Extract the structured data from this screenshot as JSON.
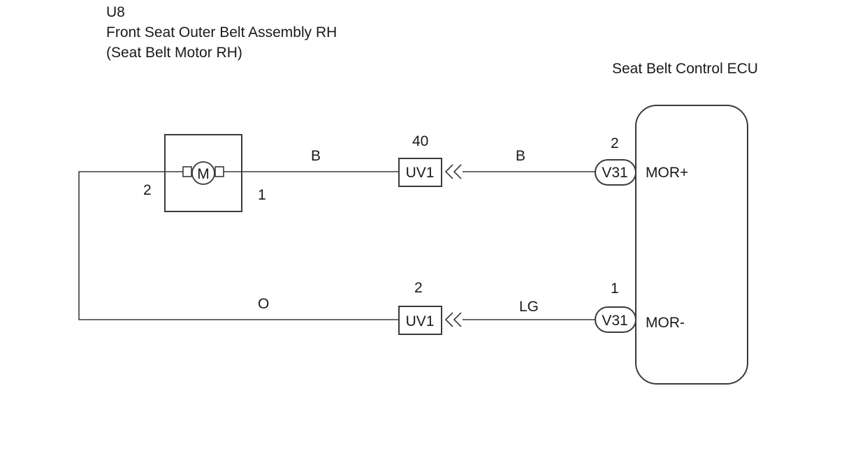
{
  "component": {
    "id": "U8",
    "name": "Front Seat Outer Belt Assembly RH",
    "subname": "(Seat Belt Motor RH)",
    "motor_symbol": "M",
    "pin_left": "2",
    "pin_right": "1"
  },
  "ecu": {
    "name": "Seat Belt Control ECU",
    "connector": "V31",
    "terminals": [
      {
        "pin": "2",
        "signal": "MOR+"
      },
      {
        "pin": "1",
        "signal": "MOR-"
      }
    ]
  },
  "junction": {
    "connector": "UV1",
    "pins": [
      "40",
      "2"
    ]
  },
  "wires": {
    "motor_to_junction_top": "B",
    "junction_to_ecu_top": "B",
    "motor_to_junction_bottom": "O",
    "junction_to_ecu_bottom": "LG"
  }
}
